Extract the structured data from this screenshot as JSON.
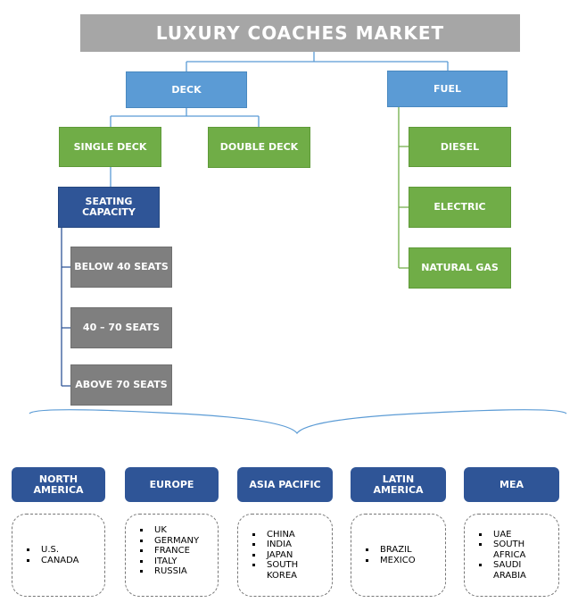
{
  "title": "LUXURY COACHES MARKET",
  "deck": {
    "label": "DECK",
    "single": "SINGLE DECK",
    "double": "DOUBLE DECK"
  },
  "seating": {
    "label": "SEATING CAPACITY",
    "items": [
      "BELOW 40 SEATS",
      "40 – 70 SEATS",
      "ABOVE 70 SEATS"
    ]
  },
  "fuel": {
    "label": "FUEL",
    "items": [
      "DIESEL",
      "ELECTRIC",
      "NATURAL GAS"
    ]
  },
  "regions": [
    {
      "name": "NORTH AMERICA",
      "countries": [
        "U.S.",
        "CANADA"
      ]
    },
    {
      "name": "EUROPE",
      "countries": [
        "UK",
        "GERMANY",
        "FRANCE",
        "ITALY",
        "RUSSIA"
      ]
    },
    {
      "name": "ASIA PACIFIC",
      "countries": [
        "CHINA",
        "INDIA",
        "JAPAN",
        "SOUTH KOREA"
      ]
    },
    {
      "name": "LATIN AMERICA",
      "countries": [
        "BRAZIL",
        "MEXICO"
      ]
    },
    {
      "name": "MEA",
      "countries": [
        "UAE",
        "SOUTH AFRICA",
        "SAUDI ARABIA"
      ]
    }
  ],
  "colors": {
    "title": "#a6a6a6",
    "level1": "#5b9bd5",
    "green": "#70ad47",
    "darkblue": "#2f5597",
    "gray": "#7f7f7f"
  }
}
